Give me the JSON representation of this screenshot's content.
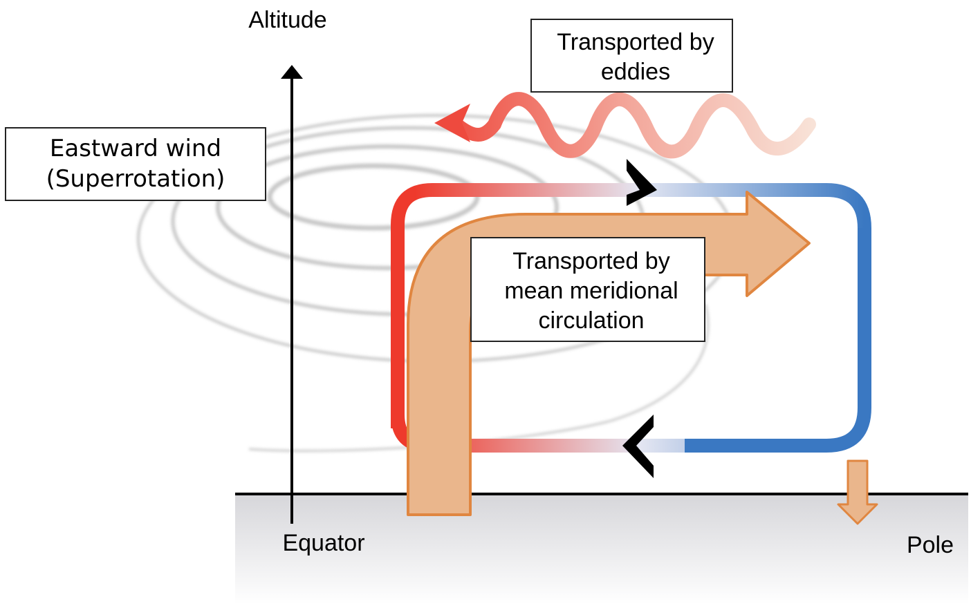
{
  "axes": {
    "y_label": "Altitude",
    "x_left_label": "Equator",
    "x_right_label": "Pole"
  },
  "labels": {
    "eastward_wind": [
      "Eastward wind",
      "(Superrotation)"
    ],
    "eddies": [
      "Transported by",
      "eddies"
    ],
    "mean_circulation": [
      "Transported by",
      "mean meridional",
      "circulation"
    ]
  },
  "colors": {
    "warm": "#ee3a2c",
    "cold": "#3a78c2",
    "transport_fill": "#eab68c",
    "transport_stroke": "#e08640",
    "ground_top": "#d6d6da",
    "ground_bottom": "#ffffff",
    "contour": "#c8c8c8"
  }
}
